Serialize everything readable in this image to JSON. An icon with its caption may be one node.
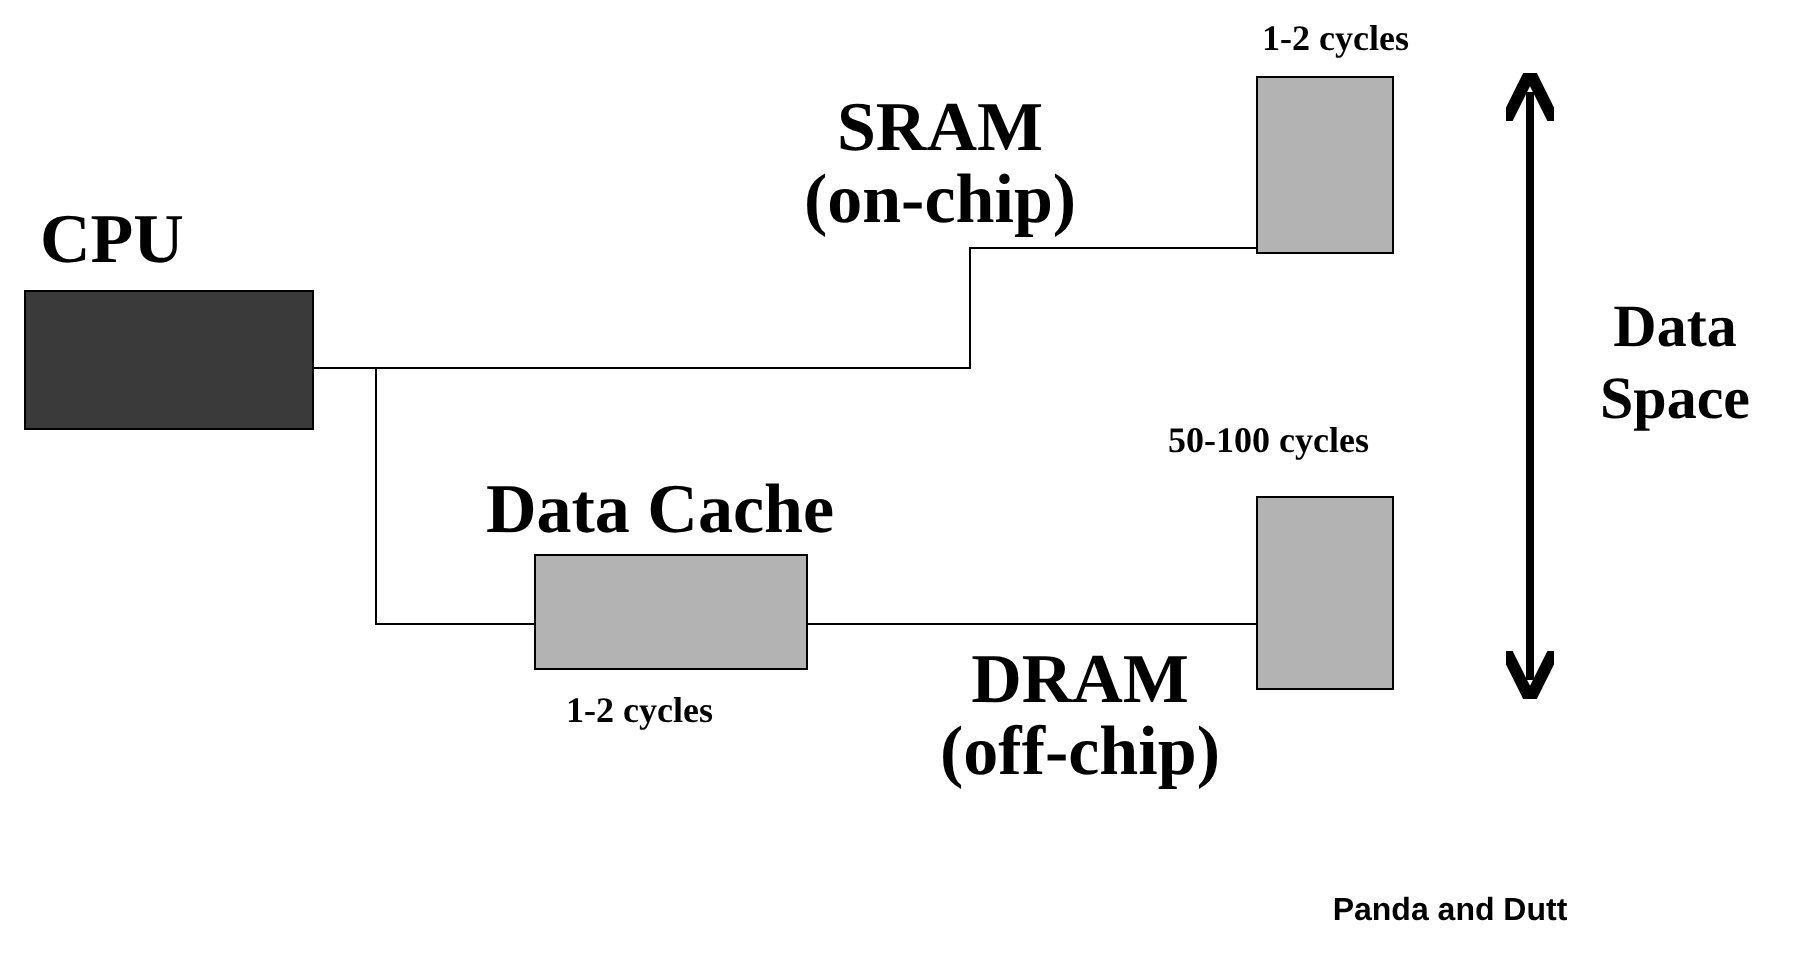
{
  "diagram": {
    "nodes": [
      {
        "text": [
          "CPU"
        ]
      },
      {
        "text": [
          "SRAM (on-chip)"
        ],
        "beside": [
          "1-2 cycles"
        ]
      },
      {
        "text": [
          "Data Cache"
        ],
        "beside": [
          "1-2 cycles"
        ]
      },
      {
        "text": [
          "DRAM (off-chip)"
        ],
        "beside": [
          "50-100 cycles"
        ]
      }
    ],
    "edges": [
      {
        "from": 0,
        "to": 1,
        "arrow": "none"
      },
      {
        "from": 0,
        "to": 2,
        "arrow": "none"
      },
      {
        "from": 2,
        "to": 3,
        "arrow": "none"
      }
    ],
    "labels": [
      "Data Space",
      "Panda and Dutt"
    ]
  }
}
